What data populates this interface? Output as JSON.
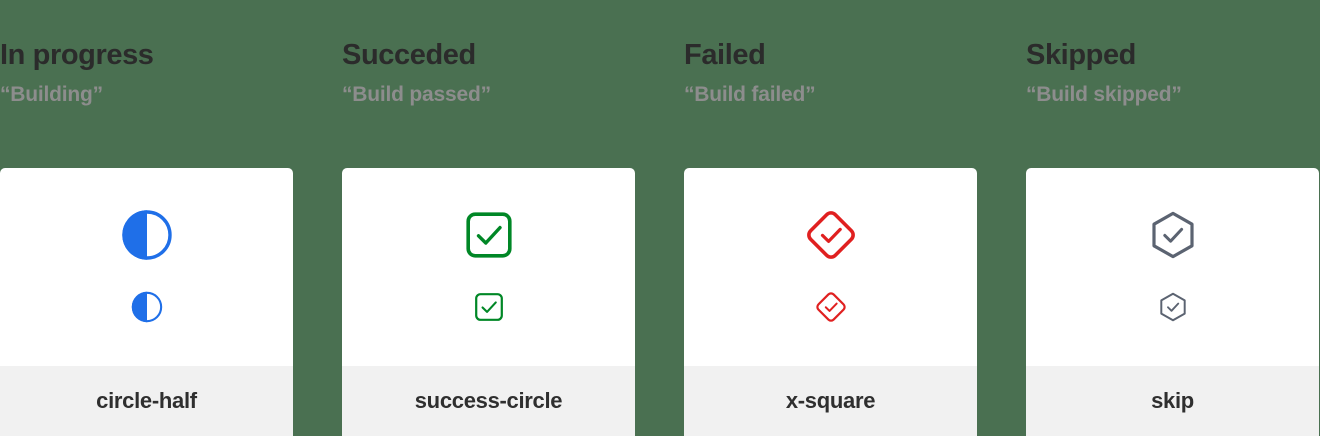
{
  "page": {
    "background_color": "#4a7051",
    "card_background": "#ffffff",
    "card_footer_background": "#f1f1f1",
    "title_color": "#2b2b2b",
    "subtitle_color": "#8d8d8d",
    "label_color": "#2f2f2f"
  },
  "columns": [
    {
      "title": "In progress",
      "subtitle": "“Building”",
      "icon_name": "circle-half-icon",
      "icon_label": "circle-half",
      "icon_color": "#1f6fe8"
    },
    {
      "title": "Succeded",
      "subtitle": "“Build passed”",
      "icon_name": "success-circle-icon",
      "icon_label": "success-circle",
      "icon_color": "#008726"
    },
    {
      "title": "Failed",
      "subtitle": "“Build failed”",
      "icon_name": "x-square-icon",
      "icon_label": "x-square",
      "icon_color": "#e02020"
    },
    {
      "title": "Skipped",
      "subtitle": "“Build skipped”",
      "icon_name": "skip-icon",
      "icon_label": "skip",
      "icon_color": "#5b6371"
    }
  ]
}
